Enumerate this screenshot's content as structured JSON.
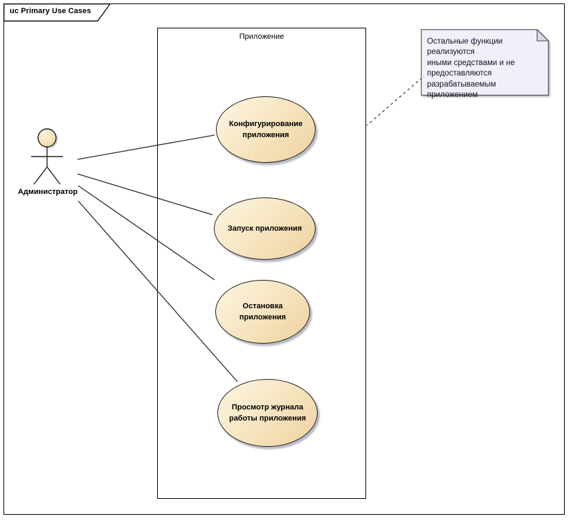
{
  "frame": {
    "tab_label": "uc Primary Use Cases"
  },
  "system_boundary": {
    "label": "Приложение"
  },
  "actor": {
    "label": "Администратор"
  },
  "use_cases": [
    {
      "label": "Конфигурирование\nприложения"
    },
    {
      "label": "Запуск приложения"
    },
    {
      "label": "Остановка\nприложения"
    },
    {
      "label": "Просмотр журнала\nработы приложения"
    }
  ],
  "note": {
    "text": "Остальные функции реализуются\nиными средствами и не\nпредоставляются\nразрабатываемым приложением"
  },
  "colors": {
    "usecase_fill_start": "#fdf6e3",
    "usecase_fill_end": "#eed29e",
    "note_fill": "#f2eff9",
    "note_fold": "#dcd7e8",
    "line_stroke": "#2b2b2b"
  }
}
